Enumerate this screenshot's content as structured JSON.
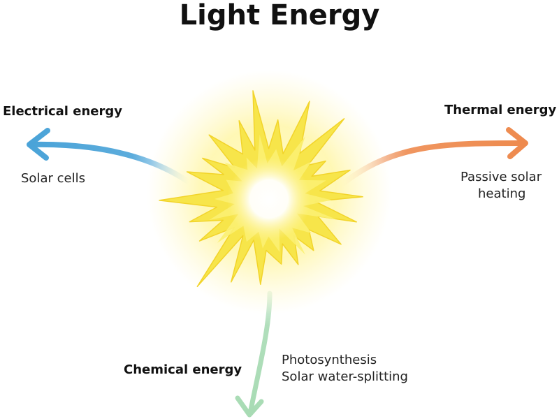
{
  "title": "Light Energy",
  "center": {
    "icon": "sun-burst-icon"
  },
  "branches": {
    "electrical": {
      "heading": "Electrical energy",
      "examples": [
        "Solar cells"
      ],
      "color": "#4aa3d8"
    },
    "thermal": {
      "heading": "Thermal energy",
      "examples": [
        "Passive solar",
        "heating"
      ],
      "color": "#ee8a4e"
    },
    "chemical": {
      "heading": "Chemical energy",
      "examples": [
        "Photosynthesis",
        "Solar water-splitting"
      ],
      "color": "#a8dbb4"
    }
  },
  "colors": {
    "sun": "#f7e54a",
    "sun_core": "#ffffff"
  }
}
